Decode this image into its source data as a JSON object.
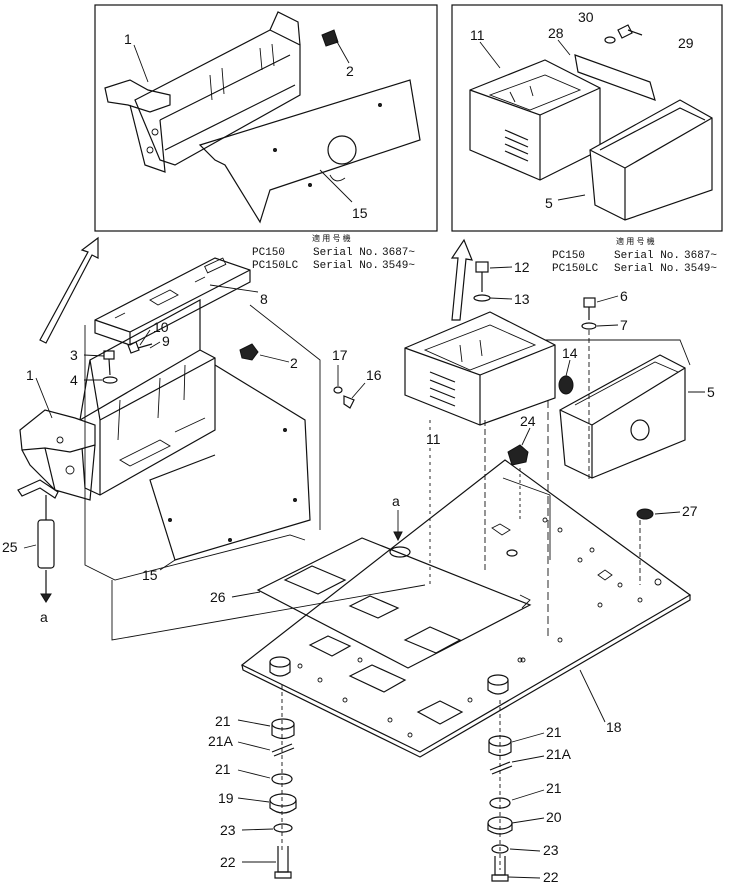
{
  "top_left_inset": {
    "parts": [
      "1",
      "2",
      "15"
    ]
  },
  "top_right_inset": {
    "parts": [
      "11",
      "28",
      "30",
      "29",
      "5"
    ]
  },
  "serial_left": {
    "heading": "適 用 号 機",
    "rows": [
      {
        "model": "PC150",
        "label": "Serial No.",
        "range": "3687~"
      },
      {
        "model": "PC150LC",
        "label": "Serial No.",
        "range": "3549~"
      }
    ]
  },
  "serial_right": {
    "heading": "適 用 号 機",
    "rows": [
      {
        "model": "PC150",
        "label": "Serial No.",
        "range": "3687~"
      },
      {
        "model": "PC150LC",
        "label": "Serial No.",
        "range": "3549~"
      }
    ]
  },
  "main_labels": {
    "p1": "1",
    "p2": "2",
    "p3": "3",
    "p4": "4",
    "p5": "5",
    "p6": "6",
    "p7": "7",
    "p8": "8",
    "p9": "9",
    "p10": "10",
    "p11": "11",
    "p12": "12",
    "p13": "13",
    "p14": "14",
    "p15": "15",
    "p16": "16",
    "p17": "17",
    "p18": "18",
    "p24": "24",
    "p25": "25",
    "p26": "26",
    "p27": "27"
  },
  "ref_marker": "a",
  "left_stack": [
    "21",
    "21A",
    "21",
    "19",
    "23",
    "22"
  ],
  "right_stack": [
    "21",
    "21A",
    "21",
    "20",
    "23",
    "22"
  ]
}
